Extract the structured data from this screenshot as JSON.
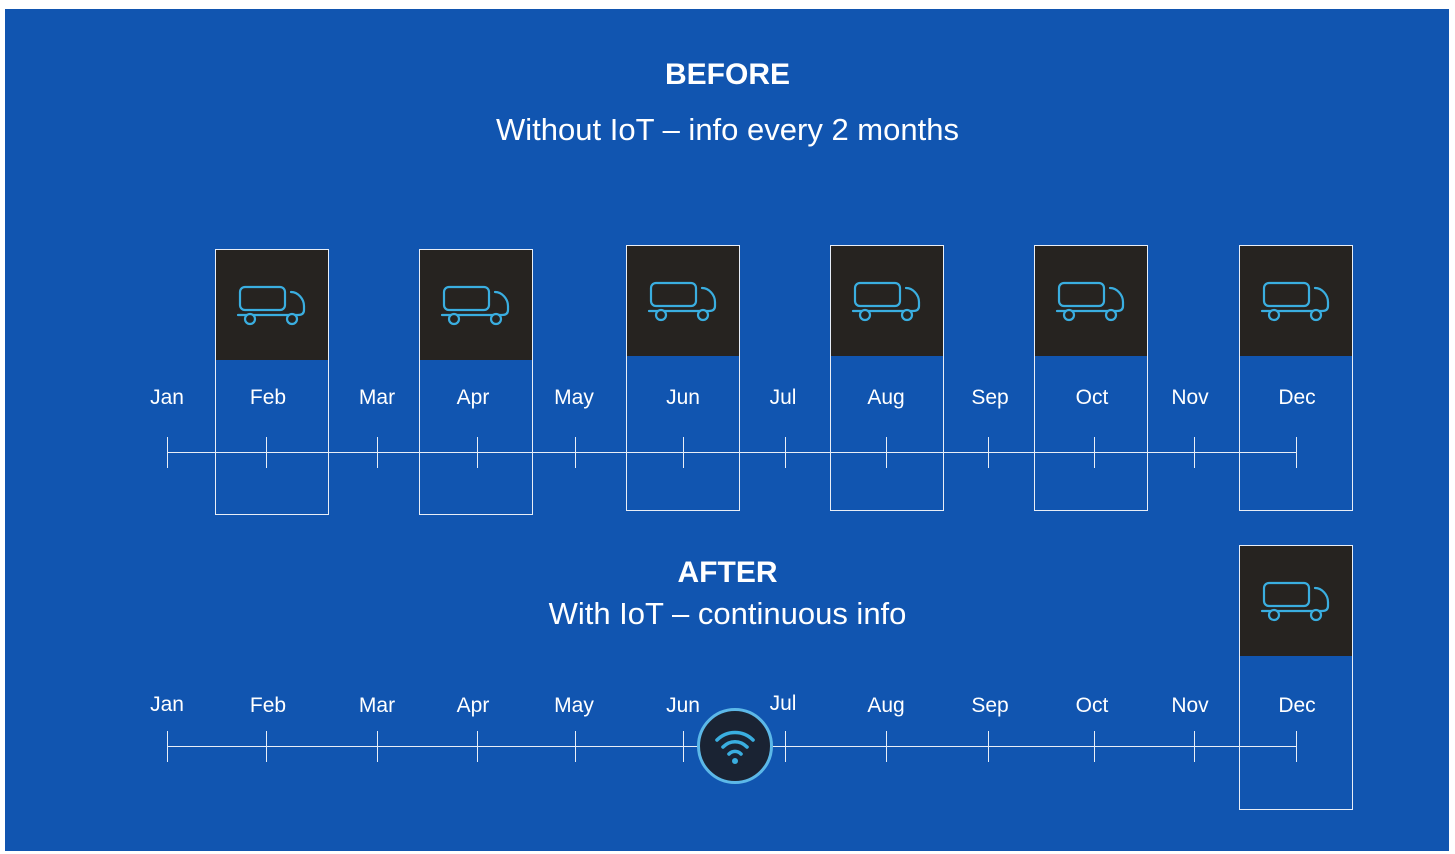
{
  "before": {
    "heading": "BEFORE",
    "subtitle": "Without IoT – info every 2 months",
    "months": [
      "Jan",
      "Feb",
      "Mar",
      "Apr",
      "May",
      "Jun",
      "Jul",
      "Aug",
      "Sep",
      "Oct",
      "Nov",
      "Dec"
    ],
    "highlighted_months": [
      "Feb",
      "Apr",
      "Jun",
      "Aug",
      "Oct",
      "Dec"
    ]
  },
  "after": {
    "heading": "AFTER",
    "subtitle": "With IoT – continuous info",
    "months": [
      "Jan",
      "Feb",
      "Mar",
      "Apr",
      "May",
      "Jun",
      "Jul",
      "Aug",
      "Sep",
      "Oct",
      "Nov",
      "Dec"
    ],
    "highlighted_months": [
      "Dec"
    ]
  },
  "icons": {
    "truck": "truck-icon",
    "wifi": "wifi-icon"
  },
  "colors": {
    "background": "#1155b0",
    "box_header": "#262320",
    "icon": "#3aaee0",
    "line": "#e8eef7"
  }
}
